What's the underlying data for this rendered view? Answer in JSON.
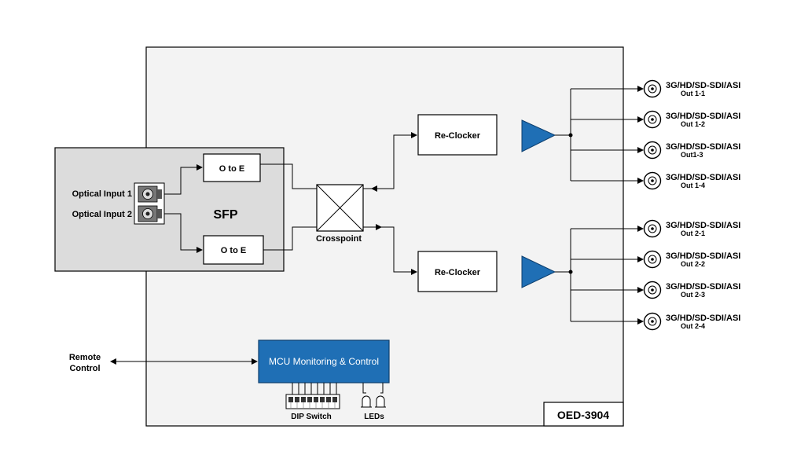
{
  "diagram": {
    "model": "OED-3904",
    "sfp_label": "SFP",
    "inputs": [
      "Optical Input 1",
      "Optical Input 2"
    ],
    "o_to_e": [
      "O to E",
      "O to E"
    ],
    "crosspoint": "Crosspoint",
    "reclockers": [
      "Re-Clocker",
      "Re-Clocker"
    ],
    "mcu": "MCU Monitoring & Control",
    "remote": [
      "Remote",
      "Control"
    ],
    "dip_switch": "DIP Switch",
    "leds": "LEDs",
    "outputs": [
      {
        "line1": "3G/HD/SD-SDI/ASI",
        "line2": "Out 1-1"
      },
      {
        "line1": "3G/HD/SD-SDI/ASI",
        "line2": "Out 1-2"
      },
      {
        "line1": "3G/HD/SD-SDI/ASI",
        "line2": "Out1-3"
      },
      {
        "line1": "3G/HD/SD-SDI/ASI",
        "line2": "Out 1-4"
      },
      {
        "line1": "3G/HD/SD-SDI/ASI",
        "line2": "Out 2-1"
      },
      {
        "line1": "3G/HD/SD-SDI/ASI",
        "line2": "Out 2-2"
      },
      {
        "line1": "3G/HD/SD-SDI/ASI",
        "line2": "Out 2-3"
      },
      {
        "line1": "3G/HD/SD-SDI/ASI",
        "line2": "Out 2-4"
      }
    ]
  },
  "colors": {
    "mcu_fill": "#1f6fb5",
    "amp_fill": "#1f6fb5",
    "board_fill": "#f3f3f3",
    "sfp_fill": "#dcdcdc"
  }
}
